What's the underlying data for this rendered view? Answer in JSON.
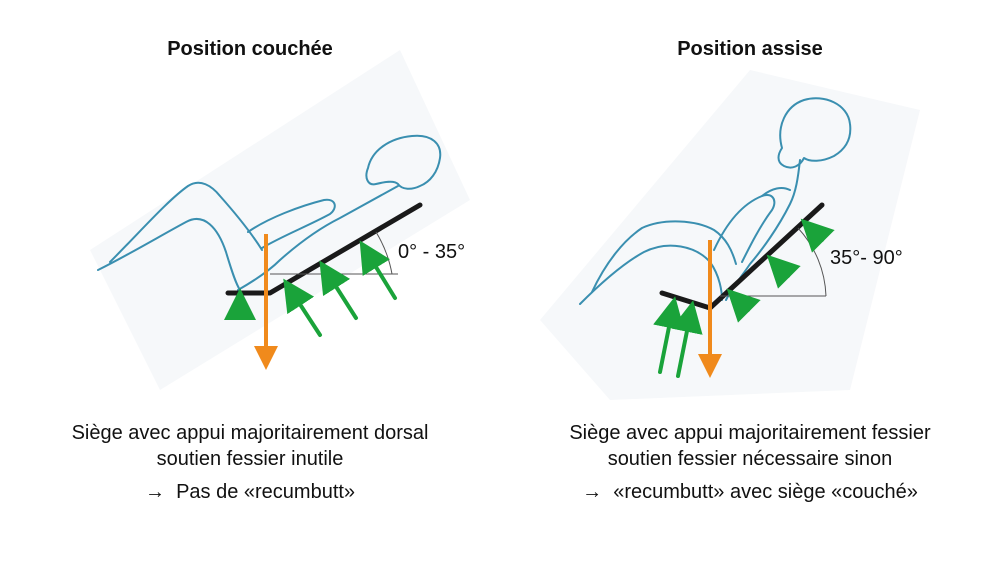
{
  "left_panel": {
    "title": "Position couchée",
    "angle_label": "0° - 35°",
    "description_line1": "Siège avec appui majoritairement dorsal",
    "description_line2": "soutien fessier inutile",
    "conclusion_arrow": "→",
    "conclusion_text": "Pas de «recumbutt»"
  },
  "right_panel": {
    "title": "Position assise",
    "angle_label": "35°- 90°",
    "description_line1": "Siège avec appui majoritairement fessier",
    "description_line2": "soutien fessier nécessaire sinon",
    "conclusion_arrow": "→",
    "conclusion_text": "«recumbutt» avec siège «couché»"
  },
  "colors": {
    "body_outline": "#3a8fb0",
    "seat_line": "#1a1a1a",
    "support_arrows": "#1aa33a",
    "gravity_arrow": "#f08a1c",
    "background_shade": "#f6f8fa"
  }
}
